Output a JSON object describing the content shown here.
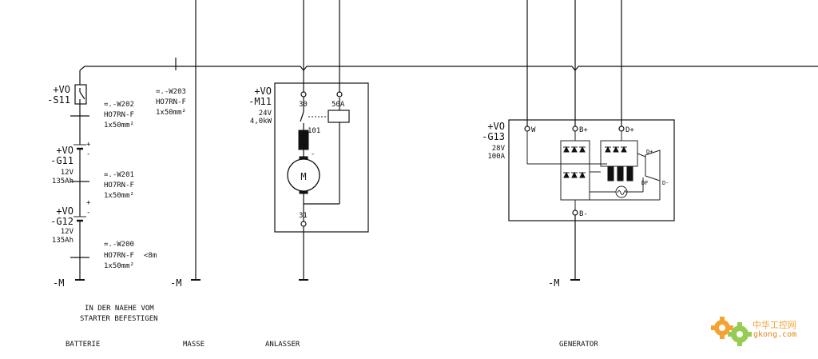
{
  "battery": {
    "switch": {
      "ref": "+VO",
      "id": "-S11"
    },
    "g11": {
      "ref": "+VO",
      "id": "-G11",
      "voltage": "12V",
      "capacity": "135Ah"
    },
    "g12": {
      "ref": "+VO",
      "id": "-G12",
      "voltage": "12V",
      "capacity": "135Ah"
    },
    "w202": {
      "id": "=.-W202",
      "cable": "HO7RN-F",
      "section": "1x50mm²"
    },
    "w201": {
      "id": "=.-W201",
      "cable": "HO7RN-F",
      "section": "1x50mm²"
    },
    "w200": {
      "id": "=.-W200",
      "cable": "HO7RN-F",
      "length": "<8m",
      "section": "1x50mm²"
    },
    "ground": "-M",
    "note_line1": "IN DER NAEHE VOM",
    "note_line2": "STARTER BEFESTIGEN",
    "section_label": "BATTERIE",
    "plus_sign": "+",
    "minus_sign": "-"
  },
  "masse": {
    "w203": {
      "id": "=.-W203",
      "cable": "HO7RN-F",
      "section": "1x50mm²"
    },
    "ground": "-M",
    "section_label": "MASSE"
  },
  "starter": {
    "ref": "+VO",
    "id": "-M11",
    "voltage": "24V",
    "power": "4,0kW",
    "terminal_30": "30",
    "terminal_50a": "50A",
    "terminal_101": "101",
    "terminal_31": "31",
    "motor_letter": "M",
    "minus_sign": "-",
    "section_label": "ANLASSER"
  },
  "generator": {
    "ref": "+VO",
    "id": "-G13",
    "voltage": "28V",
    "current": "100A",
    "terminal_w": "W",
    "terminal_bplus": "B+",
    "terminal_dplus": "D+",
    "terminal_bminus": "B-",
    "terminal_df": "DF",
    "terminal_dplus_small": "D+",
    "terminal_dminus_small": "D-",
    "ground": "-M",
    "section_label": "GENERATOR"
  },
  "watermark": {
    "site": "gkong.com",
    "brand_cn": "中华工控网",
    "colors": {
      "orange": "#f39a1e",
      "green": "#8cc63f"
    }
  }
}
